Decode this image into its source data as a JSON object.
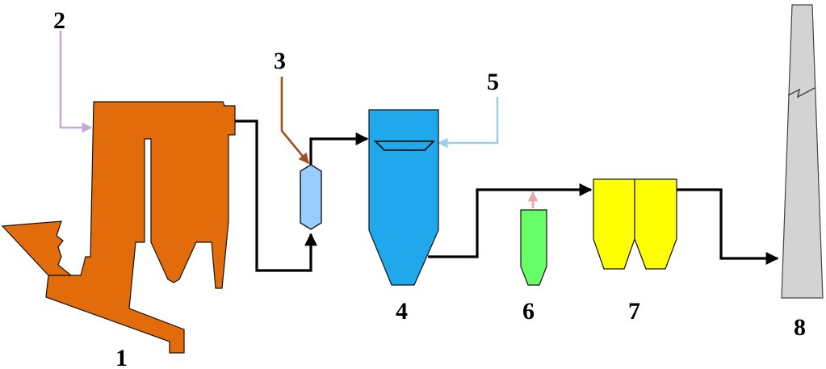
{
  "labels": {
    "boiler": "1",
    "air_inlet": "2",
    "additive_inlet": "3",
    "absorber": "4",
    "water_inlet": "5",
    "sorbent_silo": "6",
    "bag_filter": "7",
    "stack": "8"
  },
  "colors": {
    "boiler": "#E36C0A",
    "air_inlet_line": "#C4A9D6",
    "additive_line": "#A0501E",
    "reactor": "#99CCFF",
    "absorber": "#1FA8EC",
    "water_line": "#9DCFE6",
    "silo": "#66FF66",
    "silo_feed": "#E8A8A8",
    "bag_filter": "#FFFF00",
    "stack": "#D3D3D3",
    "flow_line": "#000000"
  }
}
